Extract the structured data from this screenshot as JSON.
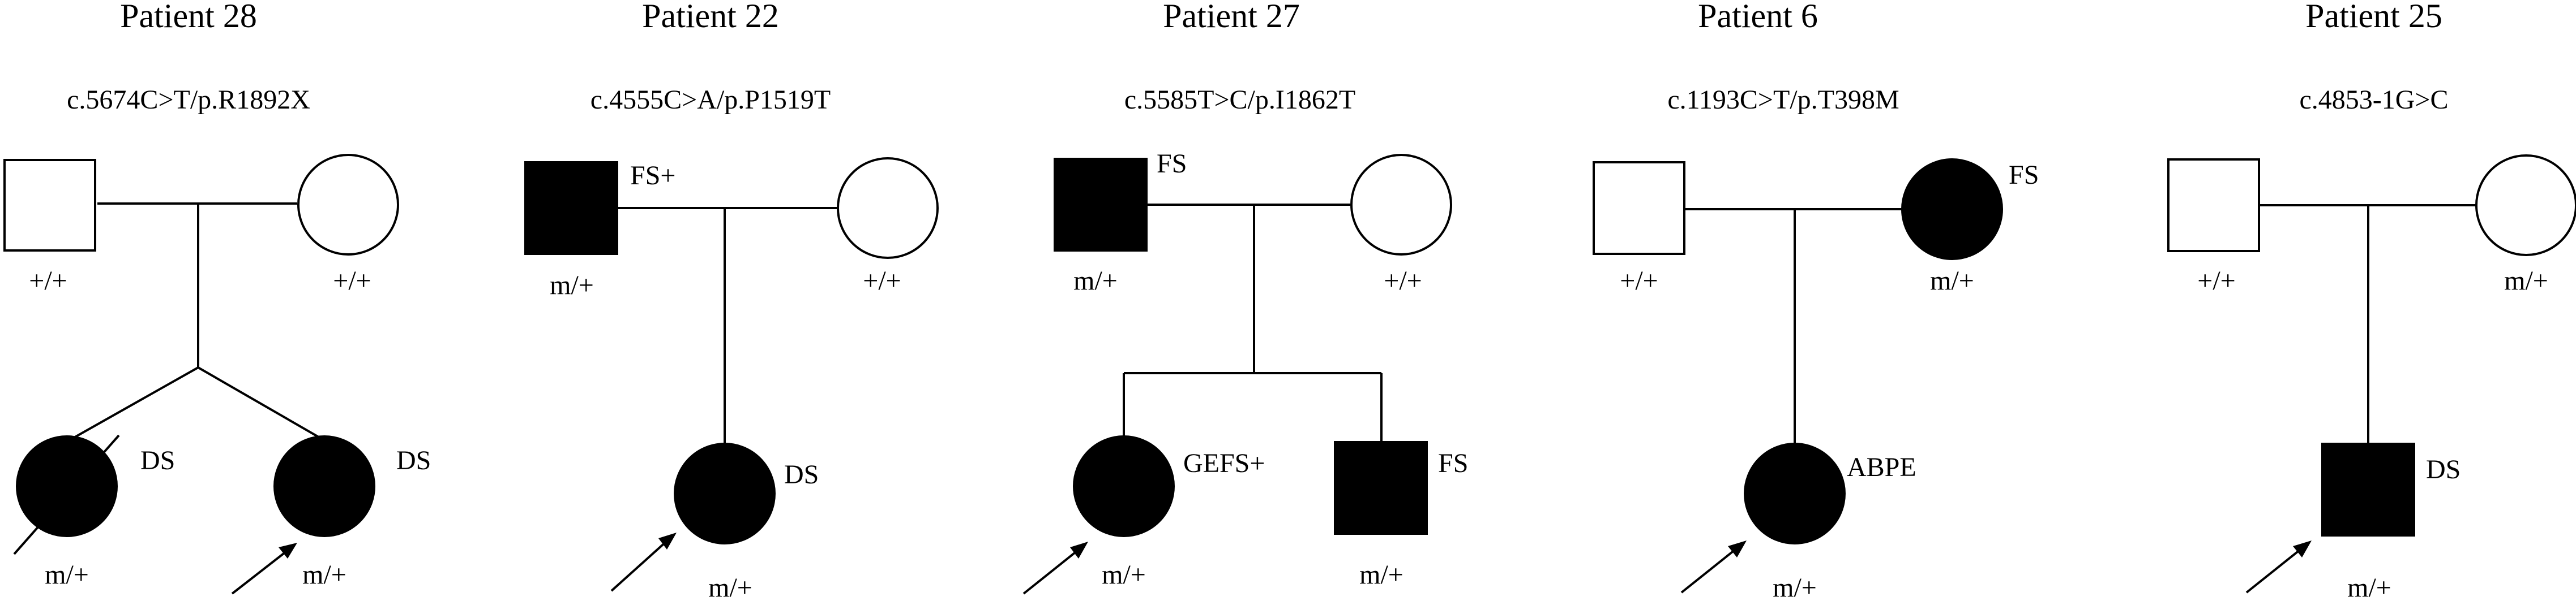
{
  "colors": {
    "ink": "#000000",
    "background": "#ffffff"
  },
  "legend_icons": {
    "male": "square-icon",
    "female": "circle-icon",
    "proband": "arrow-icon",
    "deceased": "slash-icon"
  },
  "pedigrees": [
    {
      "title": "Patient 28",
      "variant": "c.5674C>T/p.R1892X",
      "father": {
        "genotype": "+/+",
        "phenotype": "",
        "affected": false
      },
      "mother": {
        "genotype": "+/+",
        "phenotype": "",
        "affected": false
      },
      "twins": true,
      "children": [
        {
          "sex": "female",
          "affected": true,
          "genotype": "m/+",
          "phenotype": "DS",
          "proband": false,
          "deceased": true
        },
        {
          "sex": "female",
          "affected": true,
          "genotype": "m/+",
          "phenotype": "DS",
          "proband": true,
          "deceased": false
        }
      ]
    },
    {
      "title": "Patient 22",
      "variant": "c.4555C>A/p.P1519T",
      "father": {
        "genotype": "m/+",
        "phenotype": "FS+",
        "affected": true
      },
      "mother": {
        "genotype": "+/+",
        "phenotype": "",
        "affected": false
      },
      "twins": false,
      "children": [
        {
          "sex": "female",
          "affected": true,
          "genotype": "m/+",
          "phenotype": "DS",
          "proband": true,
          "deceased": false
        }
      ]
    },
    {
      "title": "Patient 27",
      "variant": "c.5585T>C/p.I1862T",
      "father": {
        "genotype": "m/+",
        "phenotype": "FS",
        "affected": true
      },
      "mother": {
        "genotype": "+/+",
        "phenotype": "",
        "affected": false
      },
      "twins": false,
      "children": [
        {
          "sex": "female",
          "affected": true,
          "genotype": "m/+",
          "phenotype": "GEFS+",
          "proband": true,
          "deceased": false
        },
        {
          "sex": "male",
          "affected": true,
          "genotype": "m/+",
          "phenotype": "FS",
          "proband": false,
          "deceased": false
        }
      ]
    },
    {
      "title": "Patient 6",
      "variant": "c.1193C>T/p.T398M",
      "father": {
        "genotype": "+/+",
        "phenotype": "",
        "affected": false
      },
      "mother": {
        "genotype": "m/+",
        "phenotype": "FS",
        "affected": true
      },
      "twins": false,
      "children": [
        {
          "sex": "female",
          "affected": true,
          "genotype": "m/+",
          "phenotype": "ABPE",
          "proband": true,
          "deceased": false
        }
      ]
    },
    {
      "title": "Patient 25",
      "variant": "c.4853-1G>C",
      "father": {
        "genotype": "+/+",
        "phenotype": "",
        "affected": false
      },
      "mother": {
        "genotype": "m/+",
        "phenotype": "",
        "affected": false
      },
      "twins": false,
      "children": [
        {
          "sex": "male",
          "affected": true,
          "genotype": "m/+",
          "phenotype": "DS",
          "proband": true,
          "deceased": false
        }
      ]
    }
  ]
}
